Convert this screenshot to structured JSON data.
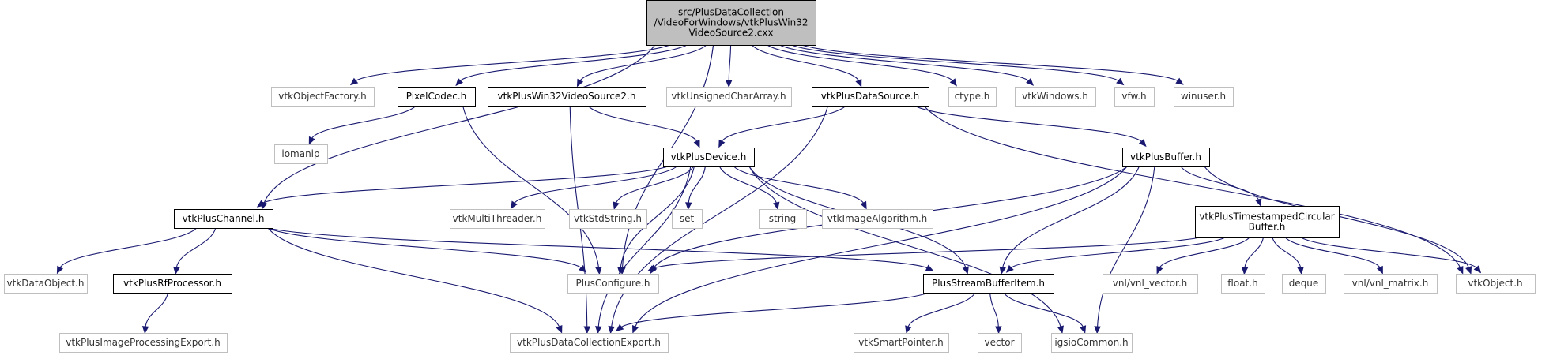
{
  "colors": {
    "edge": "#191970",
    "root_fill": "#bfbfbf",
    "external_border": "#bfbfbf",
    "internal_border": "#000000"
  },
  "nodes": [
    {
      "id": "root",
      "lines": [
        "src/PlusDataCollection",
        "/VideoForWindows/vtkPlusWin32",
        "VideoSource2.cxx"
      ],
      "kind": "root"
    },
    {
      "id": "vtkPlusChannel",
      "lines": [
        "vtkPlusChannel.h"
      ],
      "kind": "internal"
    },
    {
      "id": "vtkObjectFactory",
      "lines": [
        "vtkObjectFactory.h"
      ],
      "kind": "external"
    },
    {
      "id": "PixelCodec",
      "lines": [
        "PixelCodec.h"
      ],
      "kind": "internal"
    },
    {
      "id": "vtkPlusWin32VideoSource2",
      "lines": [
        "vtkPlusWin32VideoSource2.h"
      ],
      "kind": "internal"
    },
    {
      "id": "vtkUnsignedCharArray",
      "lines": [
        "vtkUnsignedCharArray.h"
      ],
      "kind": "external"
    },
    {
      "id": "vtkPlusDataSource",
      "lines": [
        "vtkPlusDataSource.h"
      ],
      "kind": "internal"
    },
    {
      "id": "ctype",
      "lines": [
        "ctype.h"
      ],
      "kind": "external"
    },
    {
      "id": "vtkWindows",
      "lines": [
        "vtkWindows.h"
      ],
      "kind": "external"
    },
    {
      "id": "vfw",
      "lines": [
        "vfw.h"
      ],
      "kind": "external"
    },
    {
      "id": "winuser",
      "lines": [
        "winuser.h"
      ],
      "kind": "external"
    },
    {
      "id": "iomanip",
      "lines": [
        "iomanip"
      ],
      "kind": "external"
    },
    {
      "id": "vtkPlusDevice",
      "lines": [
        "vtkPlusDevice.h"
      ],
      "kind": "internal"
    },
    {
      "id": "vtkPlusBuffer",
      "lines": [
        "vtkPlusBuffer.h"
      ],
      "kind": "internal"
    },
    {
      "id": "vtkMultiThreader",
      "lines": [
        "vtkMultiThreader.h"
      ],
      "kind": "external"
    },
    {
      "id": "vtkStdString",
      "lines": [
        "vtkStdString.h"
      ],
      "kind": "external"
    },
    {
      "id": "set",
      "lines": [
        "set"
      ],
      "kind": "external"
    },
    {
      "id": "string",
      "lines": [
        "string"
      ],
      "kind": "external"
    },
    {
      "id": "vtkImageAlgorithm",
      "lines": [
        "vtkImageAlgorithm.h"
      ],
      "kind": "external"
    },
    {
      "id": "vtkPlusTimestampedCircularBuffer",
      "lines": [
        "vtkPlusTimestampedCircular",
        "Buffer.h"
      ],
      "kind": "internal"
    },
    {
      "id": "vtkDataObject",
      "lines": [
        "vtkDataObject.h"
      ],
      "kind": "external"
    },
    {
      "id": "vtkPlusRfProcessor",
      "lines": [
        "vtkPlusRfProcessor.h"
      ],
      "kind": "internal"
    },
    {
      "id": "PlusConfigure",
      "lines": [
        "PlusConfigure.h"
      ],
      "kind": "external"
    },
    {
      "id": "PlusStreamBufferItem",
      "lines": [
        "PlusStreamBufferItem.h"
      ],
      "kind": "internal"
    },
    {
      "id": "vnl_vector",
      "lines": [
        "vnl/vnl_vector.h"
      ],
      "kind": "external"
    },
    {
      "id": "float",
      "lines": [
        "float.h"
      ],
      "kind": "external"
    },
    {
      "id": "deque",
      "lines": [
        "deque"
      ],
      "kind": "external"
    },
    {
      "id": "vnl_matrix",
      "lines": [
        "vnl/vnl_matrix.h"
      ],
      "kind": "external"
    },
    {
      "id": "vtkObject",
      "lines": [
        "vtkObject.h"
      ],
      "kind": "external"
    },
    {
      "id": "vtkPlusImageProcessingExport",
      "lines": [
        "vtkPlusImageProcessingExport.h"
      ],
      "kind": "external"
    },
    {
      "id": "vtkPlusDataCollectionExport",
      "lines": [
        "vtkPlusDataCollectionExport.h"
      ],
      "kind": "external"
    },
    {
      "id": "vtkSmartPointer",
      "lines": [
        "vtkSmartPointer.h"
      ],
      "kind": "external"
    },
    {
      "id": "vector",
      "lines": [
        "vector"
      ],
      "kind": "external"
    },
    {
      "id": "igsioCommon",
      "lines": [
        "igsioCommon.h"
      ],
      "kind": "external"
    }
  ],
  "edges": [
    [
      "root",
      "vtkPlusChannel"
    ],
    [
      "root",
      "PlusConfigure"
    ],
    [
      "root",
      "vtkObjectFactory"
    ],
    [
      "root",
      "PixelCodec"
    ],
    [
      "root",
      "vtkPlusWin32VideoSource2"
    ],
    [
      "root",
      "vtkUnsignedCharArray"
    ],
    [
      "root",
      "vtkPlusDataSource"
    ],
    [
      "root",
      "ctype"
    ],
    [
      "root",
      "vtkWindows"
    ],
    [
      "root",
      "vfw"
    ],
    [
      "root",
      "winuser"
    ],
    [
      "PixelCodec",
      "iomanip"
    ],
    [
      "PixelCodec",
      "PlusConfigure"
    ],
    [
      "vtkPlusWin32VideoSource2",
      "vtkPlusDevice"
    ],
    [
      "vtkPlusWin32VideoSource2",
      "vtkPlusDataCollectionExport"
    ],
    [
      "vtkPlusDataSource",
      "vtkPlusDevice"
    ],
    [
      "vtkPlusDataSource",
      "vtkPlusBuffer"
    ],
    [
      "vtkPlusDataSource",
      "vtkObject"
    ],
    [
      "vtkPlusDataSource",
      "vtkPlusDataCollectionExport"
    ],
    [
      "vtkPlusDevice",
      "vtkPlusChannel"
    ],
    [
      "vtkPlusDevice",
      "vtkMultiThreader"
    ],
    [
      "vtkPlusDevice",
      "vtkStdString"
    ],
    [
      "vtkPlusDevice",
      "set"
    ],
    [
      "vtkPlusDevice",
      "string"
    ],
    [
      "vtkPlusDevice",
      "vtkImageAlgorithm"
    ],
    [
      "vtkPlusDevice",
      "PlusConfigure"
    ],
    [
      "vtkPlusDevice",
      "PlusStreamBufferItem"
    ],
    [
      "vtkPlusDevice",
      "igsioCommon"
    ],
    [
      "vtkPlusDevice",
      "vtkPlusDataCollectionExport"
    ],
    [
      "vtkPlusBuffer",
      "vtkPlusTimestampedCircularBuffer"
    ],
    [
      "vtkPlusBuffer",
      "PlusConfigure"
    ],
    [
      "vtkPlusBuffer",
      "PlusStreamBufferItem"
    ],
    [
      "vtkPlusBuffer",
      "vtkObject"
    ],
    [
      "vtkPlusBuffer",
      "igsioCommon"
    ],
    [
      "vtkPlusBuffer",
      "vtkPlusDataCollectionExport"
    ],
    [
      "vtkPlusChannel",
      "vtkDataObject"
    ],
    [
      "vtkPlusChannel",
      "vtkPlusRfProcessor"
    ],
    [
      "vtkPlusChannel",
      "PlusConfigure"
    ],
    [
      "vtkPlusChannel",
      "PlusStreamBufferItem"
    ],
    [
      "vtkPlusChannel",
      "vtkPlusDataCollectionExport"
    ],
    [
      "vtkPlusRfProcessor",
      "vtkPlusImageProcessingExport"
    ],
    [
      "vtkPlusTimestampedCircularBuffer",
      "PlusConfigure"
    ],
    [
      "vtkPlusTimestampedCircularBuffer",
      "PlusStreamBufferItem"
    ],
    [
      "vtkPlusTimestampedCircularBuffer",
      "vnl_vector"
    ],
    [
      "vtkPlusTimestampedCircularBuffer",
      "float"
    ],
    [
      "vtkPlusTimestampedCircularBuffer",
      "deque"
    ],
    [
      "vtkPlusTimestampedCircularBuffer",
      "vnl_matrix"
    ],
    [
      "vtkPlusTimestampedCircularBuffer",
      "vtkObject"
    ],
    [
      "PlusStreamBufferItem",
      "vtkPlusDataCollectionExport"
    ],
    [
      "PlusStreamBufferItem",
      "vtkSmartPointer"
    ],
    [
      "PlusStreamBufferItem",
      "vector"
    ],
    [
      "PlusStreamBufferItem",
      "igsioCommon"
    ]
  ]
}
